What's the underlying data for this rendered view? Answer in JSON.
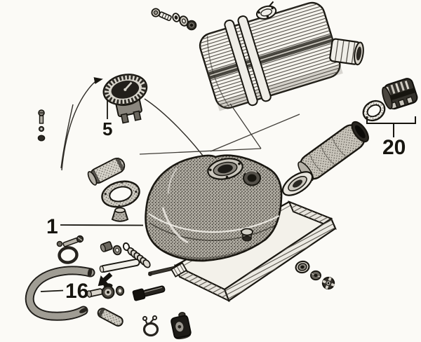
{
  "diagram": {
    "colors": {
      "paper": "#fbfaf6",
      "ink": "#17150f"
    },
    "callouts": [
      {
        "number": "1"
      },
      {
        "number": "5"
      },
      {
        "number": "16"
      },
      {
        "number": "20"
      }
    ]
  }
}
